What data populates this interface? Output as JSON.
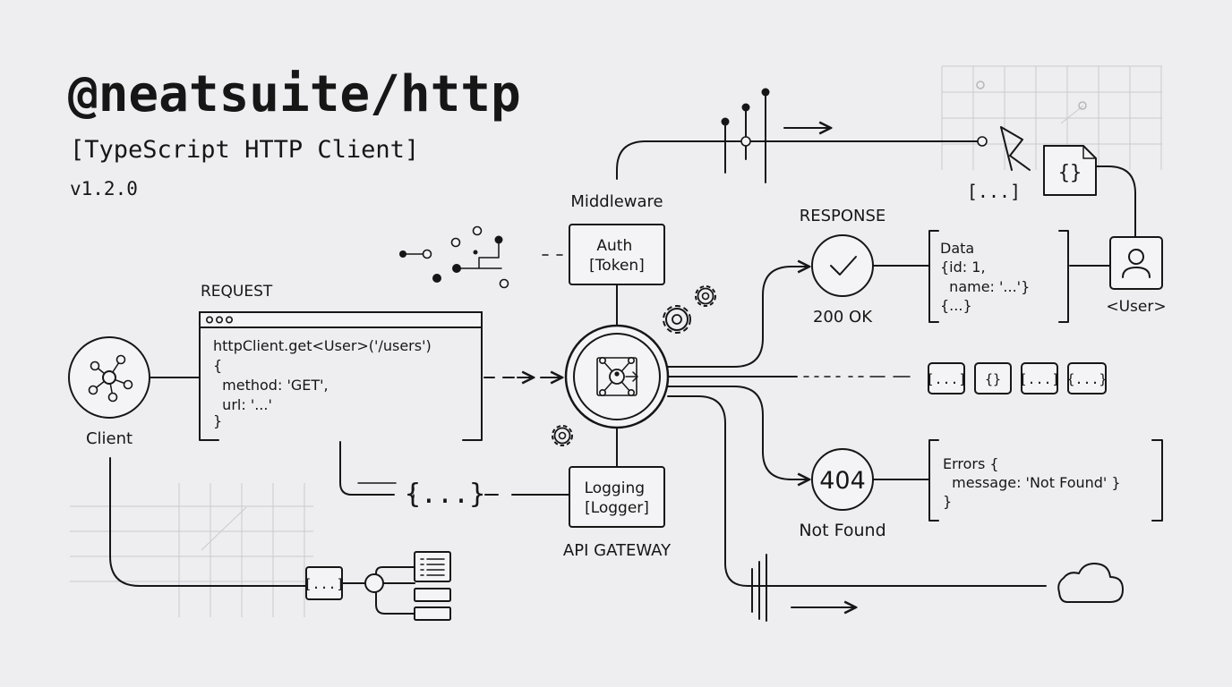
{
  "header": {
    "title": "@neatsuite/http",
    "subtitle": "[TypeScript HTTP Client]",
    "version": "v1.2.0"
  },
  "client": {
    "label": "Client"
  },
  "request": {
    "label": "REQUEST",
    "code_lines": [
      "httpClient.get<User>('/users')",
      "{",
      "  method: 'GET',",
      "  url: '...'",
      "}"
    ]
  },
  "middleware": {
    "label": "Middleware",
    "auth": [
      "Auth",
      "[Token]"
    ],
    "logging": [
      "Logging",
      "[Logger]"
    ],
    "gateway_label": "API GATEWAY"
  },
  "pipe_payload": "{...}",
  "response": {
    "label": "RESPONSE",
    "status": "200 OK",
    "data_lines": [
      "Data",
      "{id: 1,",
      "  name: '...'}",
      "{...}"
    ]
  },
  "top_right": {
    "placeholder": "[...]",
    "doc_glyph": "{}"
  },
  "user": {
    "label": "<User>"
  },
  "stream_tokens": [
    "[...]",
    "{}",
    "[...]",
    "{...}"
  ],
  "error": {
    "code": "404",
    "status": "Not Found",
    "lines": [
      "Errors {",
      "  message: 'Not Found' }",
      "}"
    ]
  },
  "bottom_left": {
    "placeholder": "[...]"
  },
  "icons": [
    "network-hub-icon",
    "browser-window-icon",
    "gear-icon",
    "router-core-icon",
    "checkmark-icon",
    "document-braces-icon",
    "user-icon",
    "flag-icon",
    "cloud-icon",
    "list-icon"
  ],
  "colors": {
    "background": "#eeeef1",
    "ink": "#161616",
    "grid": "#c9c9cf"
  }
}
